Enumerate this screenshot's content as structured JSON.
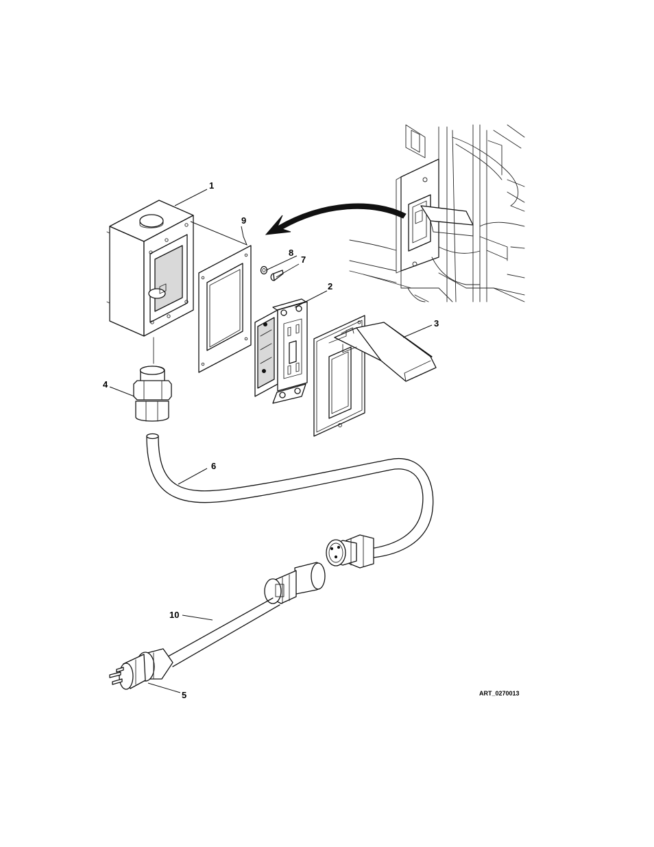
{
  "diagram": {
    "callouts": {
      "c1": "1",
      "c2": "2",
      "c3": "3",
      "c4": "4",
      "c5": "5",
      "c6": "6",
      "c7": "7",
      "c8": "8",
      "c9": "9",
      "c10": "10"
    },
    "art_reference": "ART_0270013"
  }
}
